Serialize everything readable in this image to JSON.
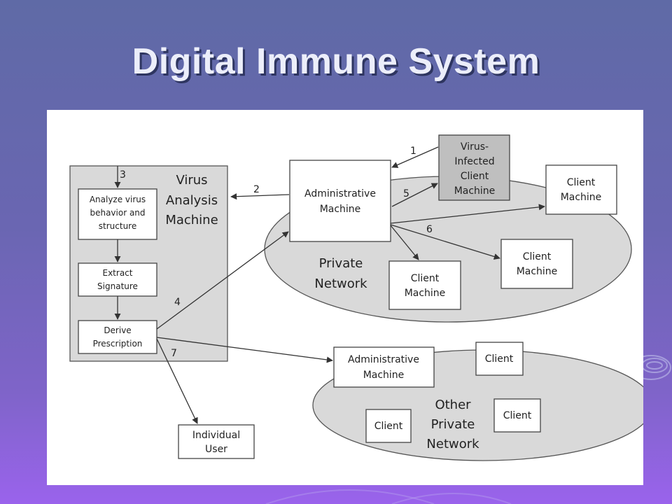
{
  "slide": {
    "title": "Digital Immune System"
  },
  "diagram": {
    "virus_analysis_machine": [
      "Virus",
      "Analysis",
      "Machine"
    ],
    "analyze_virus": [
      "Analyze virus",
      "behavior and",
      "structure"
    ],
    "extract_signature": [
      "Extract",
      "Signature"
    ],
    "derive_prescription": [
      "Derive",
      "Prescription"
    ],
    "individual_user": [
      "Individual",
      "User"
    ],
    "admin_machine": [
      "Administrative",
      "Machine"
    ],
    "infected_client": [
      "Virus-",
      "Infected",
      "Client",
      "Machine"
    ],
    "client_machine": [
      "Client",
      "Machine"
    ],
    "private_network": [
      "Private",
      "Network"
    ],
    "other_admin_machine": [
      "Administrative",
      "Machine"
    ],
    "client": "Client",
    "other_private_network": [
      "Other",
      "Private",
      "Network"
    ],
    "steps": [
      "1",
      "2",
      "3",
      "4",
      "5",
      "6",
      "7"
    ]
  },
  "colors": {
    "background_top": "#5f6aa6",
    "background_bottom": "#9a63ec",
    "panel": "#ffffff",
    "gray_region": "#d9d9d9",
    "infected_box": "#bfbfbf",
    "line": "#333333"
  }
}
